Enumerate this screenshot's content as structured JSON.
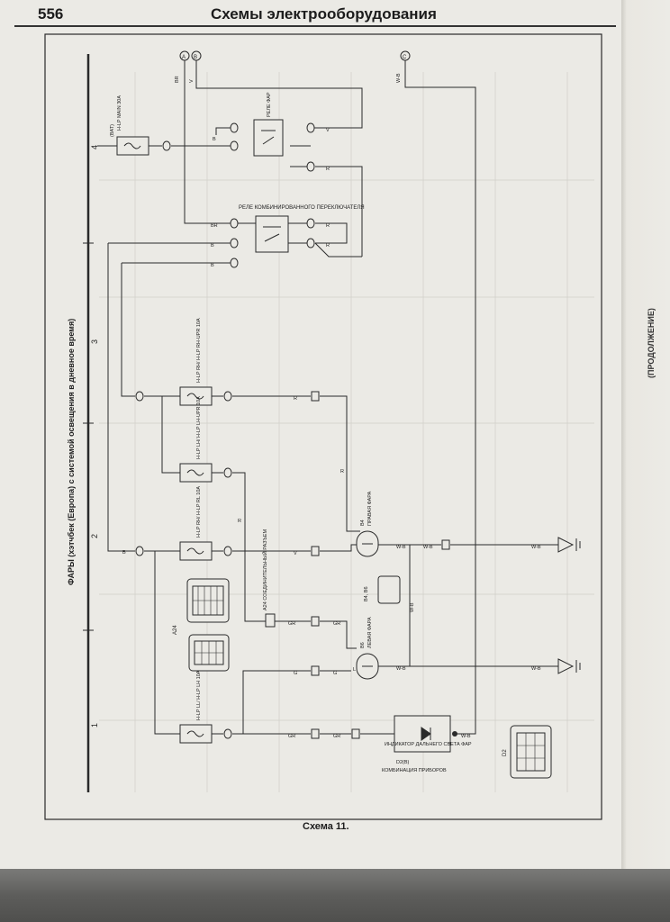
{
  "header": {
    "page_number": "556",
    "title": "Схемы электрооборудования"
  },
  "diagram_title": "ФАРЫ (хэтчбек (Европа) с системой освещения в дневное время)",
  "continued_label": "(ПРОДОЛЖЕНИЕ)",
  "caption": "Схема 11.",
  "zones": [
    "1",
    "2",
    "3",
    "4"
  ],
  "terminals": [
    "A",
    "B",
    "C"
  ],
  "components": {
    "main_fuse": {
      "label": "H-LP MAIN 30A",
      "source": "(BAT)"
    },
    "headlamp_relay": {
      "label": "РЕЛЕ ФАР"
    },
    "combo_relay": {
      "label": "РЕЛЕ КОМБИНИРОВАННОГО ПЕРЕКЛЮЧАТЕЛЯ"
    },
    "fuse_rh": {
      "label": "H-LP RH/ H-LP RH-UPR 10A"
    },
    "fuse_lh": {
      "label": "H-LP LH/ H-LP LH-UPR 10A"
    },
    "fuse_rl": {
      "label": "H-LP RH/ H-LP RL 10A"
    },
    "fuse_ll": {
      "label": "H-LP LL/ H-LP LH 10A"
    },
    "right_headlamp": {
      "code": "B4",
      "label": "ПРАВАЯ ФАРА"
    },
    "left_headlamp": {
      "code": "B6",
      "label": "ЛЕВАЯ ФАРА"
    },
    "connector_ids": {
      "label": "B4, B6"
    },
    "junction": {
      "code": "A24",
      "label": "A24 СОЕДИНИТЕЛЬНЫЙ РАЗЪЕМ"
    },
    "a24_label": {
      "label": "A24"
    },
    "indicator": {
      "label": "ИНДИКАТОР ДАЛЬНЕГО СВЕТА ФАР",
      "code": "D2(B)",
      "group": "КОМБИНАЦИЯ ПРИБОРОВ"
    },
    "d2_label": {
      "label": "D2"
    }
  },
  "wire_colors": {
    "BR": "BR",
    "V": "V",
    "R": "R",
    "B": "B",
    "W_B": "W-B",
    "GR": "GR",
    "G": "G",
    "L": "L"
  },
  "colors": {
    "paper": "#ebeae5",
    "ink": "#2a2a2a",
    "grid": "#c9c8c2",
    "shadow": "#5f5f5d"
  }
}
